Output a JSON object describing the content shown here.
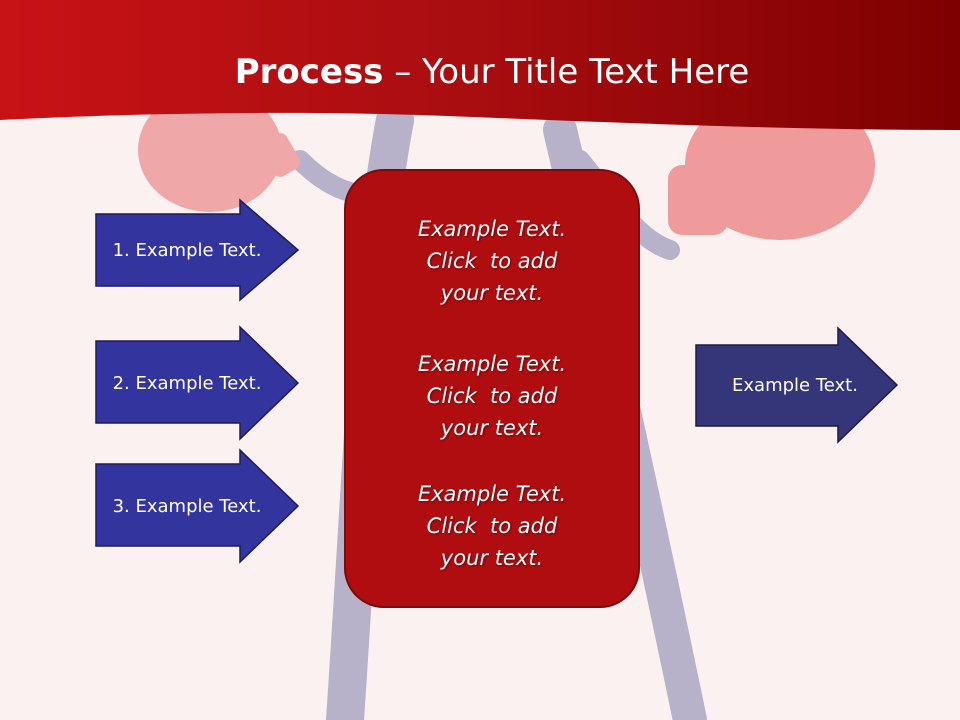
{
  "title": {
    "bold": "Process",
    "rest": " – Your Title Text Here"
  },
  "colors": {
    "banner": "#b80d10",
    "banner_dark": "#7d0000",
    "arrow_fill": "#34349e",
    "arrow_right_fill": "#35357a",
    "center_box": "#b00d10"
  },
  "left_arrows": [
    {
      "label": "1. Example Text."
    },
    {
      "label": "2. Example Text."
    },
    {
      "label": "3. Example Text."
    }
  ],
  "center_items": [
    {
      "line1": "Example Text.",
      "line2": "Click  to add",
      "line3": "your text."
    },
    {
      "line1": "Example Text.",
      "line2": "Click  to add",
      "line3": "your text."
    },
    {
      "line1": "Example Text.",
      "line2": "Click  to add",
      "line3": "your text."
    }
  ],
  "right_arrow": {
    "label": "Example Text."
  }
}
